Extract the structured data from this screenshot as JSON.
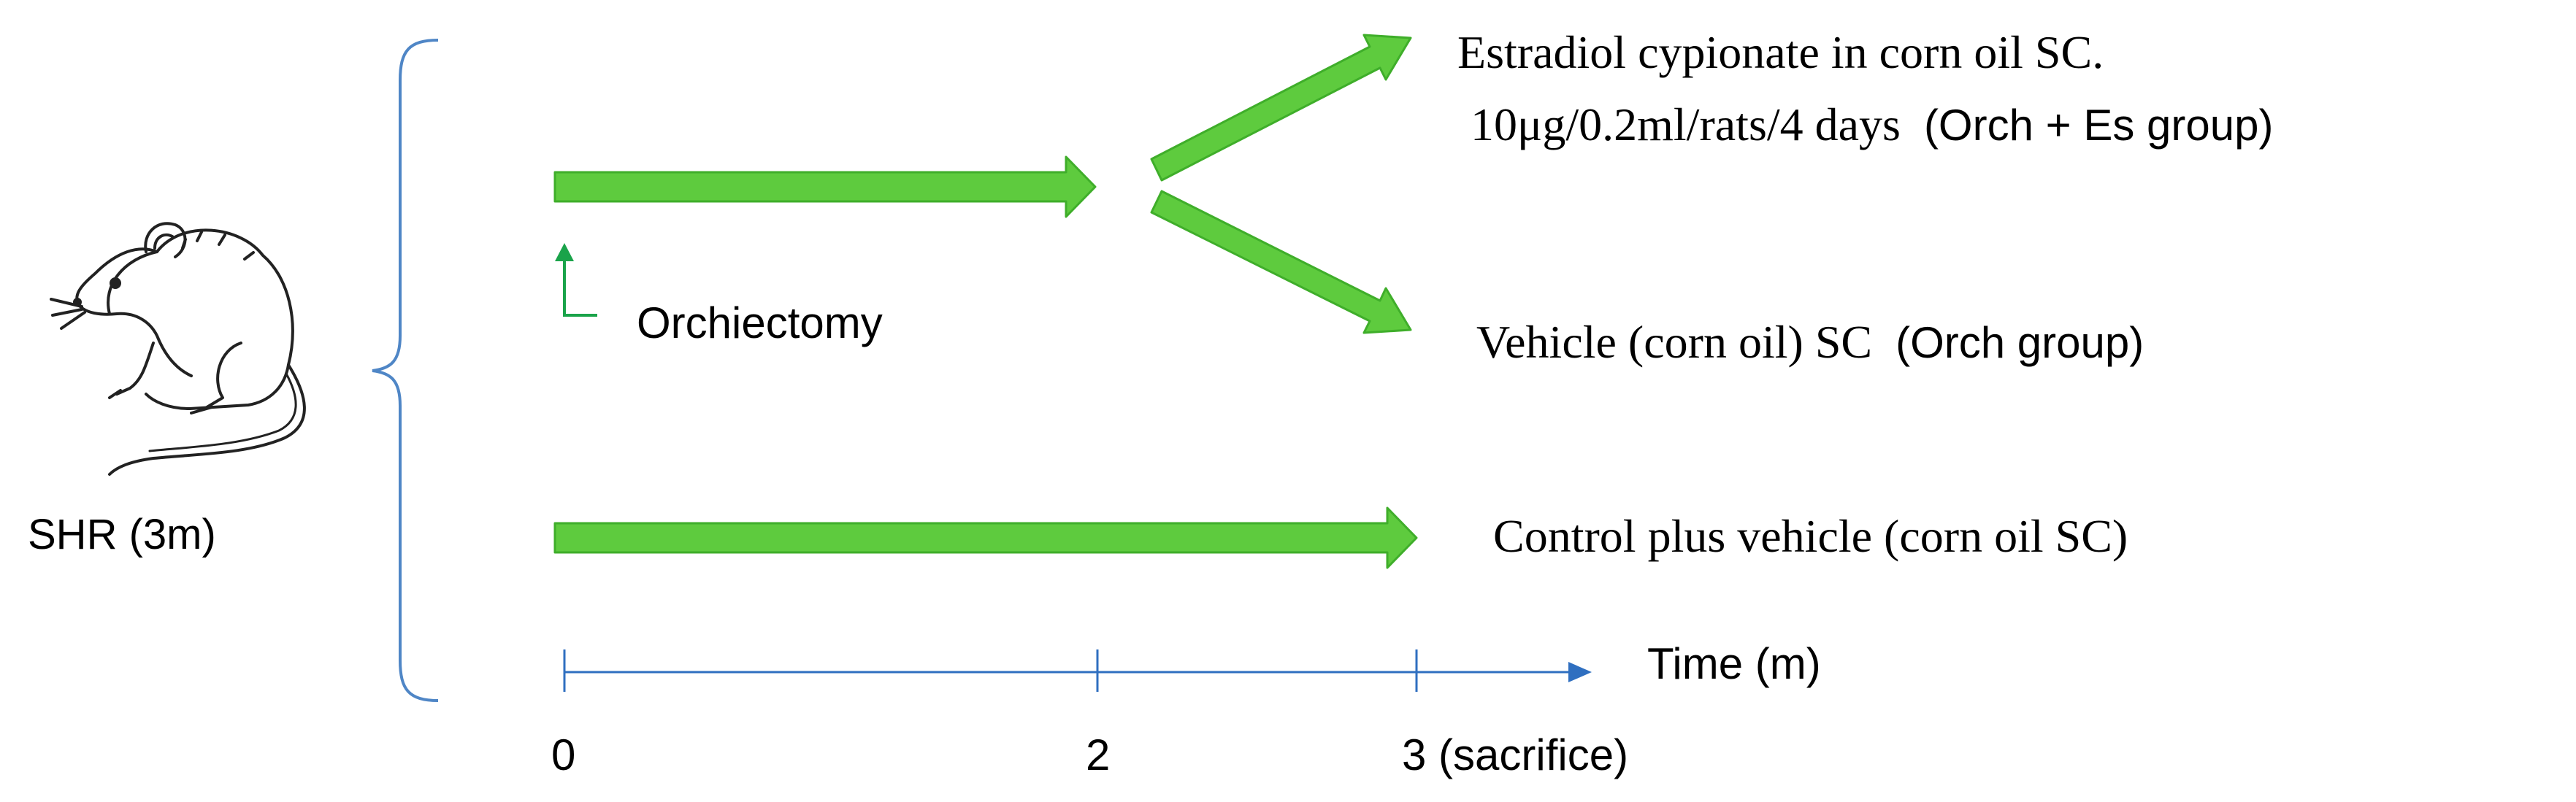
{
  "subject": {
    "label": "SHR (3m)",
    "icon": "rat-icon"
  },
  "procedure": {
    "label": "Orchiectomy"
  },
  "groups": {
    "estradiol": {
      "line1": "Estradiol cypionate in corn oil SC.",
      "line2_serif": "10μg/0.2ml/rats/4 days",
      "line2_sans": "(Orch + Es group)"
    },
    "vehicle": {
      "serif": "Vehicle (corn oil) SC",
      "sans": "(Orch group)"
    },
    "control": {
      "label": "Control plus vehicle (corn oil SC)"
    }
  },
  "timeline": {
    "axis_label": "Time (m)",
    "ticks": [
      "0",
      "2",
      "3 (sacrifice)"
    ]
  },
  "colors": {
    "arrow_fill": "#5ecb3e",
    "arrow_stroke": "#3fae2a",
    "bracket": "#4f86c6",
    "axis": "#2f6fc0",
    "orchiectomy_marker": "#1aa34a"
  }
}
